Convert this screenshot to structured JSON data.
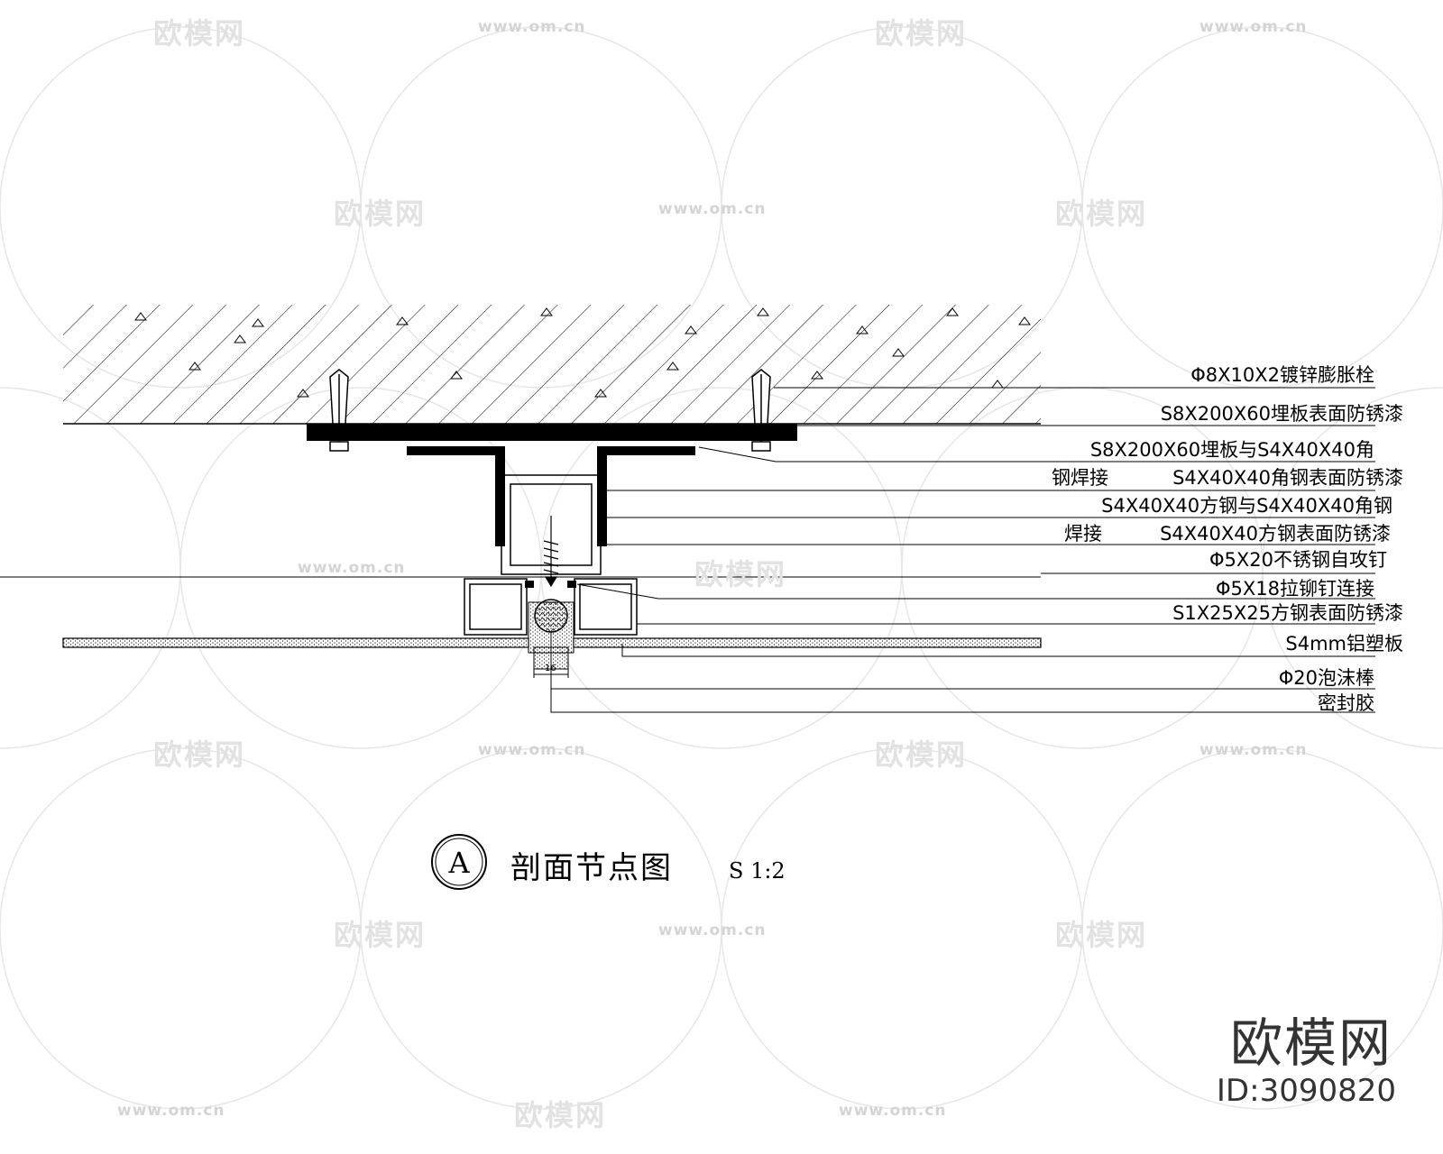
{
  "labels": [
    "Φ8X10X2镀锌膨胀栓",
    "S8X200X60埋板表面防锈漆",
    "S8X200X60埋板与S4X40X40角",
    "钢焊接",
    "S4X40X40角钢表面防锈漆",
    "S4X40X40方钢与S4X40X40角钢",
    "焊接",
    "S4X40X40方钢表面防锈漆",
    "Φ5X20不锈钢自攻钉",
    "Φ5X18拉铆钉连接",
    "S1X25X25方钢表面防锈漆",
    "S4mm铝塑板",
    "Φ20泡沫棒",
    "密封胶"
  ],
  "dimension": "16",
  "title_mark": "A",
  "title": "剖面节点图",
  "scale": "S 1:2",
  "brand": "欧模网",
  "brand_id": "ID:3090820",
  "watermark_url": "www.om.cn",
  "watermark_logo": "欧模网"
}
